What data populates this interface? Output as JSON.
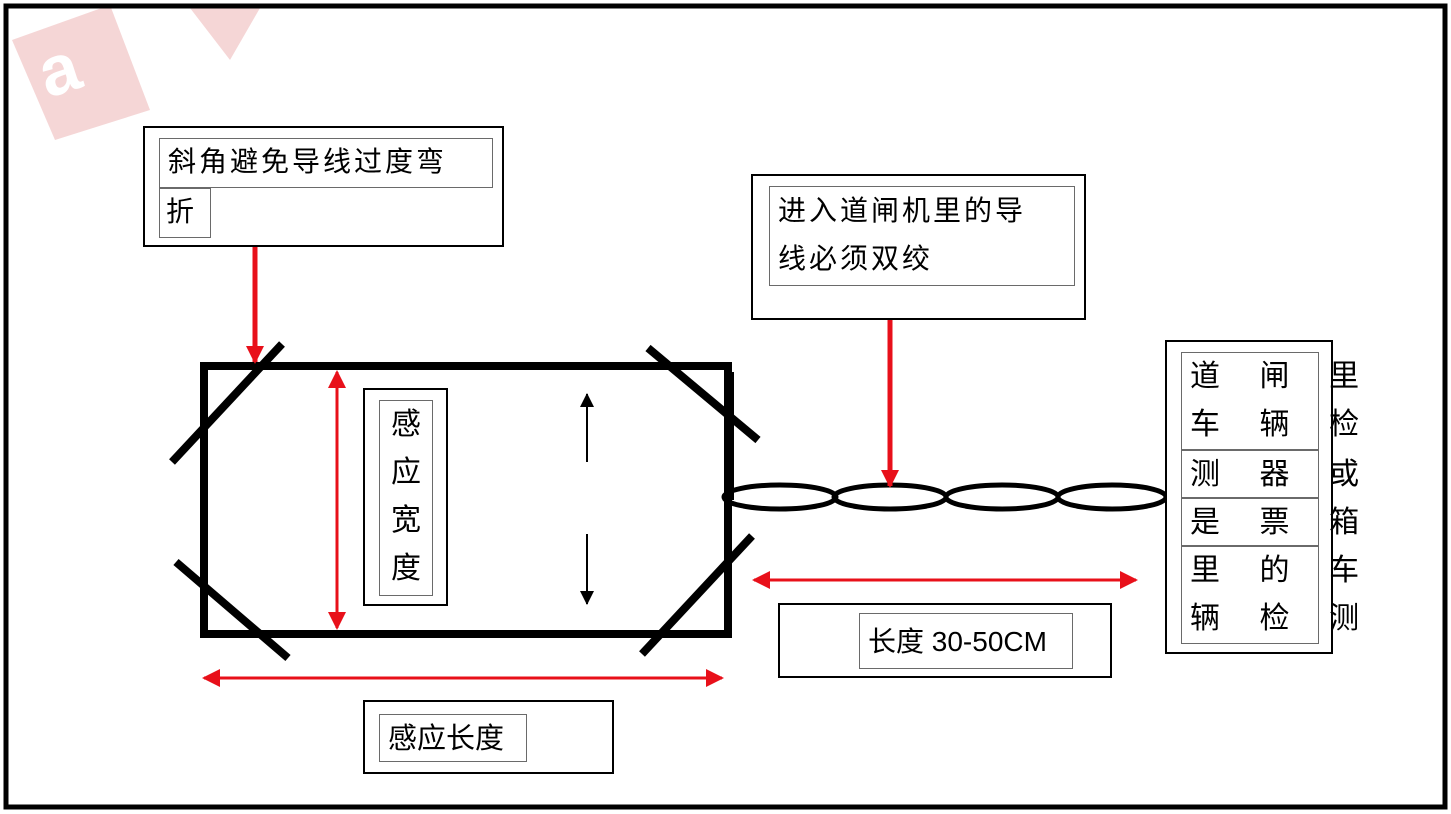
{
  "colors": {
    "frame": "#000000",
    "accent": "#e8101a",
    "watermark": "#f4c9c9"
  },
  "labels": {
    "bevel_line1": "斜角避免导线过度弯",
    "bevel_line2": "折",
    "twist_line1": "进入道闸机里的导",
    "twist_line2": "线必须双绞",
    "sense_width": [
      "感",
      "应",
      "宽",
      "度"
    ],
    "sense_length": "感应长度",
    "lead_length": "长度 30-50CM",
    "detector": [
      "道 闸 里",
      "车 辆 检",
      "测 器 或",
      "是 票 箱",
      "里 的 车",
      "辆 检 测"
    ]
  }
}
